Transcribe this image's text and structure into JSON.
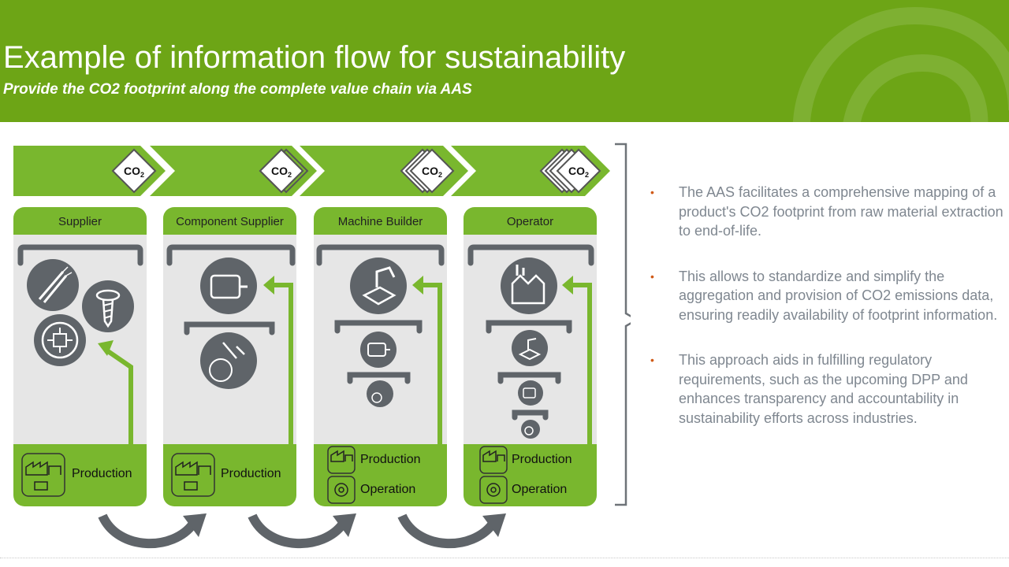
{
  "header": {
    "title": "Example of information flow for sustainability",
    "subtitle": "Provide the CO2 footprint along the complete value chain via AAS"
  },
  "diagram": {
    "co2_badge": "CO2",
    "columns": [
      {
        "label": "Supplier",
        "footer": [
          "Production"
        ]
      },
      {
        "label": "Component Supplier",
        "footer": [
          "Production"
        ]
      },
      {
        "label": "Machine Builder",
        "footer": [
          "Production",
          "Operation"
        ]
      },
      {
        "label": "Operator",
        "footer": [
          "Production",
          "Operation"
        ]
      }
    ]
  },
  "bullets": [
    "The AAS facilitates a comprehensive mapping of a product's CO2 footprint from raw material extraction to end-of-life.",
    "This allows to standardize and simplify the aggregation and provision of CO2 emissions data, ensuring readily availability of footprint information.",
    "This approach aids in fulfilling regulatory requirements, such as the upcoming DPP and enhances transparency and accountability in sustainability efforts across industries."
  ],
  "colors": {
    "header_green": "#6da516",
    "diagram_green": "#79b72e",
    "panel_gray": "#e6e6e6",
    "icon_gray": "#5f6469",
    "bullet_orange": "#d05a17",
    "text_gray": "#7f8790"
  }
}
